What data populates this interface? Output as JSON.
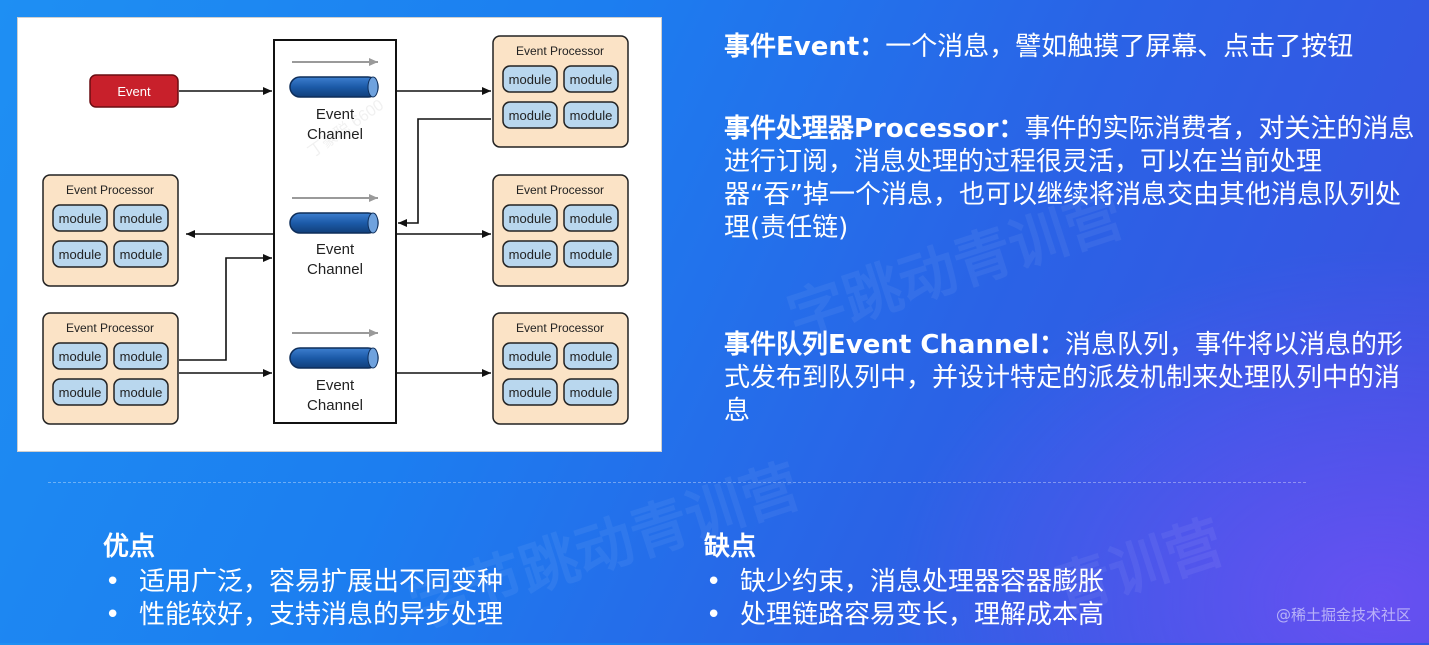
{
  "diagram": {
    "event_label": "Event",
    "channel_labels": [
      [
        "Event",
        "Channel"
      ],
      [
        "Event",
        "Channel"
      ],
      [
        "Event",
        "Channel"
      ]
    ],
    "processor_title": "Event Processor",
    "module_label": "module",
    "watermark_text": "丁豪聪 6600"
  },
  "descriptions": {
    "event": {
      "term": "事件Event：",
      "text": "一个消息，譬如触摸了屏幕、点击了按钮"
    },
    "processor": {
      "term": "事件处理器Processor：",
      "text": "事件的实际消费者，对关注的消息进行订阅，消息处理的过程很灵活，可以在当前处理器“吞”掉一个消息，也可以继续将消息交由其他消息队列处理(责任链)"
    },
    "channel": {
      "term": "事件队列Event Channel：",
      "text": "消息队列，事件将以消息的形式发布到队列中，并设计特定的派发机制来处理队列中的消息"
    }
  },
  "pros": {
    "title": "优点",
    "items": [
      "适用广泛，容易扩展出不同变种",
      "性能较好，支持消息的异步处理"
    ]
  },
  "cons": {
    "title": "缺点",
    "items": [
      "缺少约束，消息处理器容器膨胀",
      "处理链路容易变长，理解成本高"
    ]
  },
  "footer": "@稀土掘金技术社区",
  "colors": {
    "event_box": "#c8202b",
    "processor_fill": "#fbe3c6",
    "module_fill": "#b9d7ee",
    "channel_pipe": "#1c5aa8",
    "background_start": "#1e8ff3",
    "background_end": "#3c4fe0"
  }
}
